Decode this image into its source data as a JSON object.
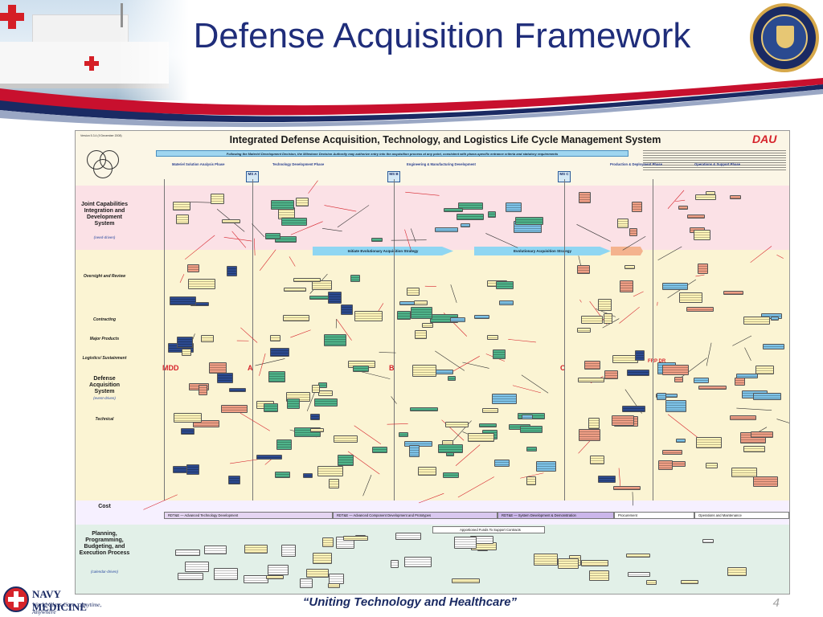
{
  "slide": {
    "title": "Defense Acquisition Framework",
    "footer_text": "“Uniting Technology and Healthcare”",
    "slide_number": "4",
    "footer_brand": "NAVY MEDICINE",
    "footer_tagline": "World Class Care…Anytime, Anywhere",
    "colors": {
      "title": "#1f2d7a",
      "swoosh_red": "#c8102e",
      "swoosh_navy": "#1a2a63",
      "seal_gold": "#d6a84a"
    },
    "icons": [
      "ship-photo",
      "navy-medicine-seal-icon",
      "navy-medicine-emblem-icon"
    ]
  },
  "diagram": {
    "title": "Integrated Defense Acquisition, Technology, and Logistics Life Cycle Management System",
    "version": "Version 5.3.4 (9 December 2008)",
    "logo_text": "DAU",
    "decision_banner": "Following the Materiel Development Decision, the Milestone Decision Authority may authorize entry into the acquisition process at any point, consistent with phase-specific entrance criteria and statutory requirements",
    "phases": [
      "Materiel Solution Analysis Phase",
      "Technology Development Phase",
      "Engineering & Manufacturing Development",
      "Production & Deployment Phase",
      "Operations & Support Phase"
    ],
    "milestones": [
      "MDD",
      "A",
      "B",
      "C",
      "FRP DR"
    ],
    "milestone_box_labels": [
      "MS A",
      "MS B",
      "MS C"
    ],
    "bands": {
      "jcids": {
        "label": "Joint Capabilities Integration and Development System",
        "sub": "(need-driven)"
      },
      "das": {
        "label": "Defense Acquisition System",
        "sub": "(event-driven)"
      },
      "ppbe": {
        "label": "Planning, Programming, Budgeting, and Execution Process",
        "sub": "(calendar-driven)"
      },
      "cost": {
        "label": "Cost"
      }
    },
    "row_labels": [
      "Oversight and Review",
      "Contracting",
      "Major Products",
      "Logistics/ Sustainment",
      "Technical"
    ],
    "evolution_arrows": [
      "Initiate Evolutionary Acquisition Strategy",
      "Evolutionary Acquisition Strategy"
    ],
    "ppbe_boxes": [
      "Apportioned Funds To Support Contracts"
    ],
    "cost_lanes": [
      "RDT&E — Advanced Technology Development",
      "RDT&E — Advanced Component Development and Prototypes",
      "RDT&E — System Development & Demonstration",
      "Procurement",
      "Operations and Maintenance"
    ],
    "block_colors": {
      "blue": "#7ec3e8",
      "green": "#4fb38a",
      "salmon": "#ef9f86",
      "cream": "#fff4b8",
      "navy": "#2c4a8f"
    }
  }
}
